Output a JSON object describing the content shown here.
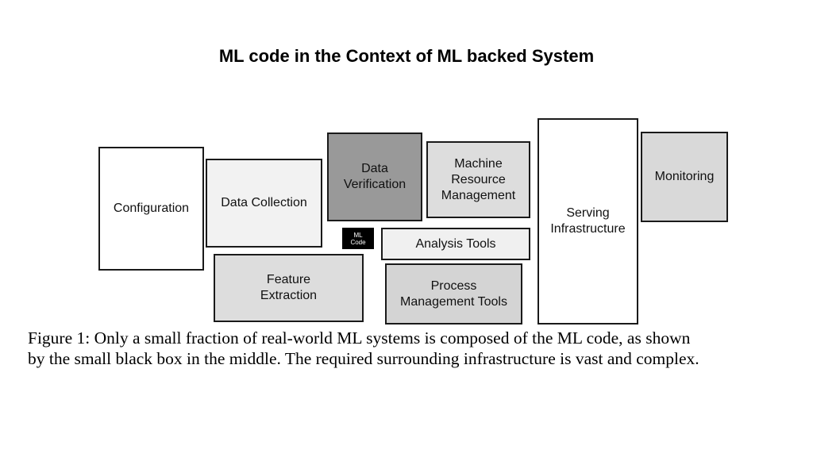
{
  "title": "ML code in the Context of ML backed System",
  "boxes": {
    "configuration": "Configuration",
    "data_collection": "Data Collection",
    "data_verification": "Data\nVerification",
    "machine_resource_management": "Machine\nResource\nManagement",
    "serving_infrastructure": "Serving\nInfrastructure",
    "monitoring": "Monitoring",
    "analysis_tools": "Analysis Tools",
    "feature_extraction": "Feature\nExtraction",
    "process_management_tools": "Process\nManagement Tools",
    "ml_code": "ML\nCode"
  },
  "caption": {
    "line1": "Figure 1: Only a small fraction of real-world ML systems is composed of the ML code, as shown",
    "line2": "by the small black box in the middle. The required surrounding infrastructure is vast and complex."
  }
}
